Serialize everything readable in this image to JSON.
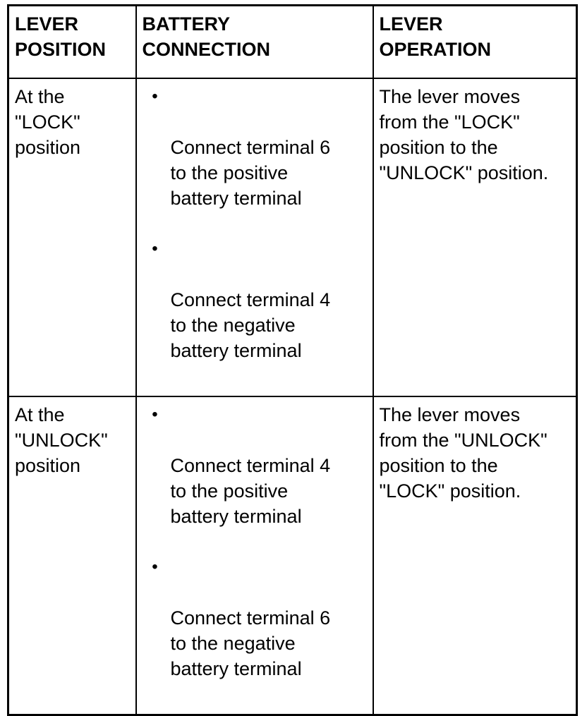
{
  "table": {
    "headers": [
      {
        "label": "LEVER\nPOSITION"
      },
      {
        "label": "BATTERY\nCONNECTION"
      },
      {
        "label": "LEVER\nOPERATION"
      }
    ],
    "bullet_glyph": "•",
    "rows": [
      {
        "lever_position": "At the\n\"LOCK\"\nposition",
        "battery_connection": [
          "Connect terminal 6\nto the positive\nbattery terminal",
          "Connect terminal 4\nto the negative\nbattery terminal"
        ],
        "lever_operation": "The lever moves\nfrom the \"LOCK\"\nposition to the\n\"UNLOCK\" position."
      },
      {
        "lever_position": "At the\n\"UNLOCK\"\nposition",
        "battery_connection": [
          "Connect terminal 4\nto the positive\nbattery terminal",
          "Connect terminal 6\nto the negative\nbattery terminal"
        ],
        "lever_operation": "The lever moves\nfrom the \"UNLOCK\"\nposition to the\n\"LOCK\" position."
      }
    ]
  },
  "colors": {
    "background": "#ffffff",
    "text": "#000000",
    "border": "#000000"
  }
}
